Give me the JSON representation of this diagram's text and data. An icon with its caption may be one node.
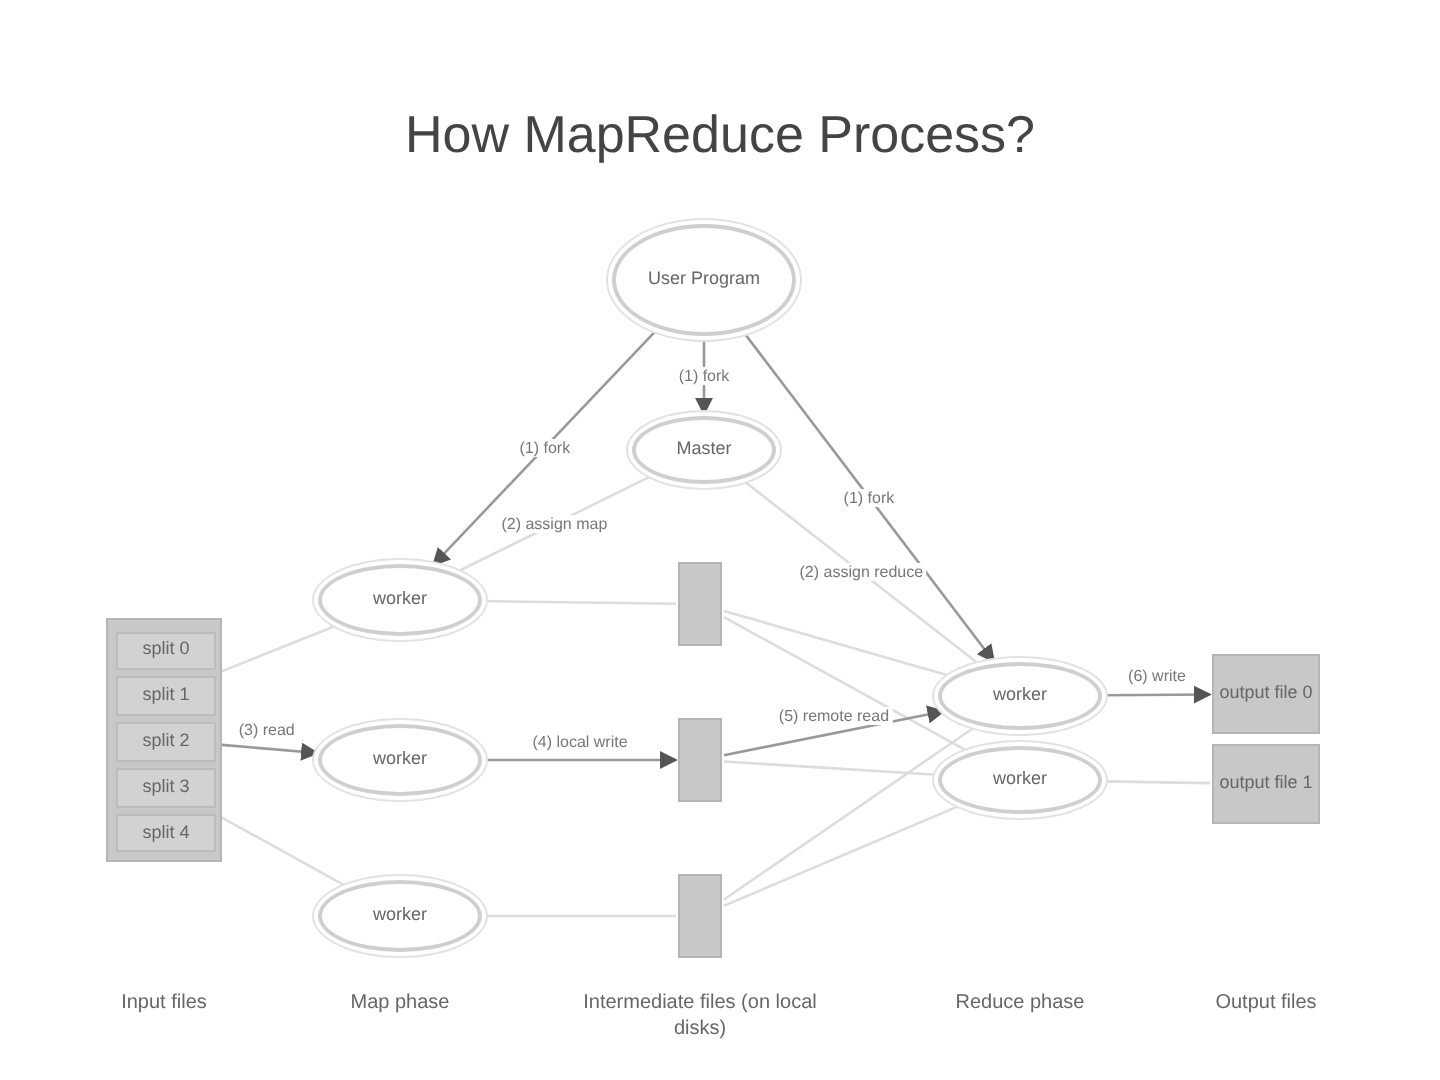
{
  "diagram": {
    "title": "How MapReduce Process?",
    "nodes": [
      {
        "text": [
          "User Program"
        ]
      },
      {
        "text": [
          "Master"
        ]
      },
      {
        "text": [],
        "shape": "box"
      },
      {
        "text": [
          "split 0"
        ],
        "in": 2
      },
      {
        "text": [
          "split 1"
        ],
        "in": 2
      },
      {
        "text": [
          "split 2"
        ],
        "in": 2
      },
      {
        "text": [
          "split 3"
        ],
        "in": 2
      },
      {
        "text": [
          "split 4"
        ],
        "in": 2
      },
      {
        "text": [
          "worker"
        ]
      },
      {
        "text": [
          "worker"
        ]
      },
      {
        "text": [
          "worker"
        ]
      },
      {
        "text": [],
        "shape": "box"
      },
      {
        "text": [],
        "shape": "box"
      },
      {
        "text": [],
        "shape": "box"
      },
      {
        "text": [
          "worker"
        ]
      },
      {
        "text": [
          "worker"
        ]
      },
      {
        "text": [
          "output file 0"
        ]
      },
      {
        "text": [
          "output file 1"
        ]
      }
    ],
    "edges": [
      {
        "from": 0,
        "to": 1,
        "arrow": "to",
        "label": "(1) fork"
      },
      {
        "from": 0,
        "to": 8,
        "arrow": "to",
        "label": "(1) fork"
      },
      {
        "from": 0,
        "to": 14,
        "arrow": "to",
        "label": "(1) fork"
      },
      {
        "from": 1,
        "to": 8,
        "arrow": "none",
        "label": "(2) assign map",
        "color": "#dddddd"
      },
      {
        "from": 1,
        "to": 14,
        "arrow": "none",
        "label": "(2) assign reduce",
        "color": "#dddddd"
      },
      {
        "from": 4,
        "to": 8,
        "arrow": "none",
        "color": "#dddddd"
      },
      {
        "from": 5,
        "to": 9,
        "arrow": "to",
        "label": "(3) read"
      },
      {
        "from": 6,
        "to": 10,
        "arrow": "none",
        "color": "#dddddd"
      },
      {
        "from": 8,
        "to": 11,
        "arrow": "none",
        "color": "#dddddd"
      },
      {
        "from": 9,
        "to": 12,
        "arrow": "to",
        "label": "(4) local write"
      },
      {
        "from": 10,
        "to": 13,
        "arrow": "none",
        "color": "#dddddd"
      },
      {
        "from": 11,
        "to": 14,
        "arrow": "none",
        "color": "#dddddd"
      },
      {
        "from": 11,
        "to": 15,
        "arrow": "none",
        "color": "#dddddd"
      },
      {
        "from": 12,
        "to": 14,
        "arrow": "to",
        "label": "(5) remote read"
      },
      {
        "from": 12,
        "to": 15,
        "arrow": "none",
        "color": "#dddddd"
      },
      {
        "from": 13,
        "to": 14,
        "arrow": "none",
        "color": "#dddddd"
      },
      {
        "from": 13,
        "to": 15,
        "arrow": "none",
        "color": "#dddddd"
      },
      {
        "from": 14,
        "to": 16,
        "arrow": "to",
        "label": "(6) write"
      },
      {
        "from": 15,
        "to": 17,
        "arrow": "none",
        "color": "#dddddd"
      }
    ],
    "labels": [
      "Input files",
      "Map phase",
      "Intermediate files (on local disks)",
      "Reduce phase",
      "Output files"
    ]
  }
}
